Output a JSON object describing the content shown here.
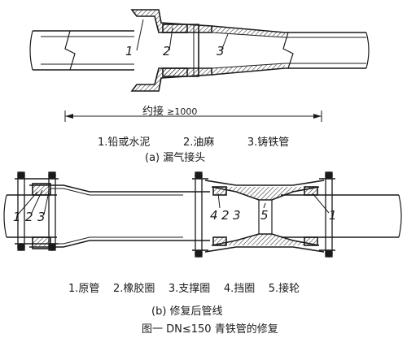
{
  "figure": {
    "title": "图一 DN≤150 青铁管的修复",
    "ink": "#1a1a1a",
    "hatch": "#3a3a3a"
  },
  "part_a": {
    "callouts": [
      "1",
      "2",
      "3"
    ],
    "dimension_label": "约接",
    "dimension_value": "≥1000",
    "legend": [
      "1.铅或水泥",
      "2.油麻",
      "3.铸铁管"
    ],
    "caption": "(a) 漏气接头"
  },
  "part_b": {
    "callouts_left": [
      "1",
      "2",
      "3"
    ],
    "callouts_right": [
      "4",
      "2",
      "3"
    ],
    "callout_sleeve": "5",
    "callout_far": "1",
    "legend": [
      "1.原管",
      "2.橡胶圈",
      "3.支撑圈",
      "4.挡圈",
      "5.接轮"
    ],
    "caption": "(b) 修复后管线"
  }
}
